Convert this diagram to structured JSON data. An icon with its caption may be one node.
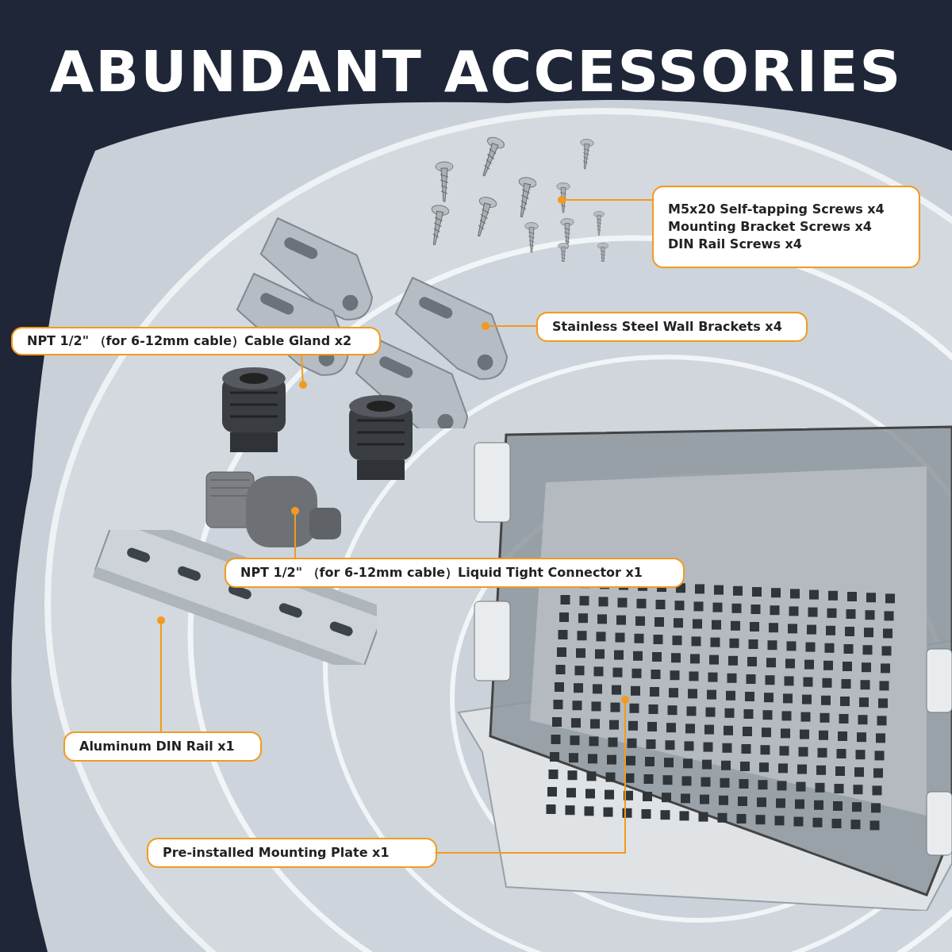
{
  "diagram": {
    "title": "ABUNDANT ACCESSORIES",
    "nodes": [
      {
        "text": [
          "M5x20 Self-tapping Screws x4",
          "Mounting Bracket Screws x4",
          "DIN Rail Screws x4"
        ]
      },
      {
        "text": [],
        "shape": "picture"
      },
      {
        "text": [
          "Stainless Steel Wall Brackets x4"
        ]
      },
      {
        "text": [],
        "shape": "picture"
      },
      {
        "text": [
          "NPT 1/2\" （for 6-12mm cable）Cable Gland x2"
        ]
      },
      {
        "text": [],
        "shape": "picture"
      },
      {
        "text": [
          "NPT 1/2\" （for 6-12mm cable）Liquid Tight Connector x1"
        ]
      },
      {
        "text": [],
        "shape": "picture"
      },
      {
        "text": [
          "Aluminum DIN Rail x1"
        ]
      },
      {
        "text": [],
        "shape": "picture"
      },
      {
        "text": [
          "Pre-installed Mounting Plate x1"
        ]
      },
      {
        "text": [],
        "shape": "picture"
      }
    ],
    "edges": [
      {
        "from": 0,
        "to": 1,
        "arrow": "other"
      },
      {
        "from": 2,
        "to": 3,
        "arrow": "other"
      },
      {
        "from": 4,
        "to": 5,
        "arrow": "other"
      },
      {
        "from": 6,
        "to": 7,
        "arrow": "other"
      },
      {
        "from": 8,
        "to": 9,
        "arrow": "other"
      },
      {
        "from": 10,
        "to": 11,
        "arrow": "other"
      }
    ]
  }
}
